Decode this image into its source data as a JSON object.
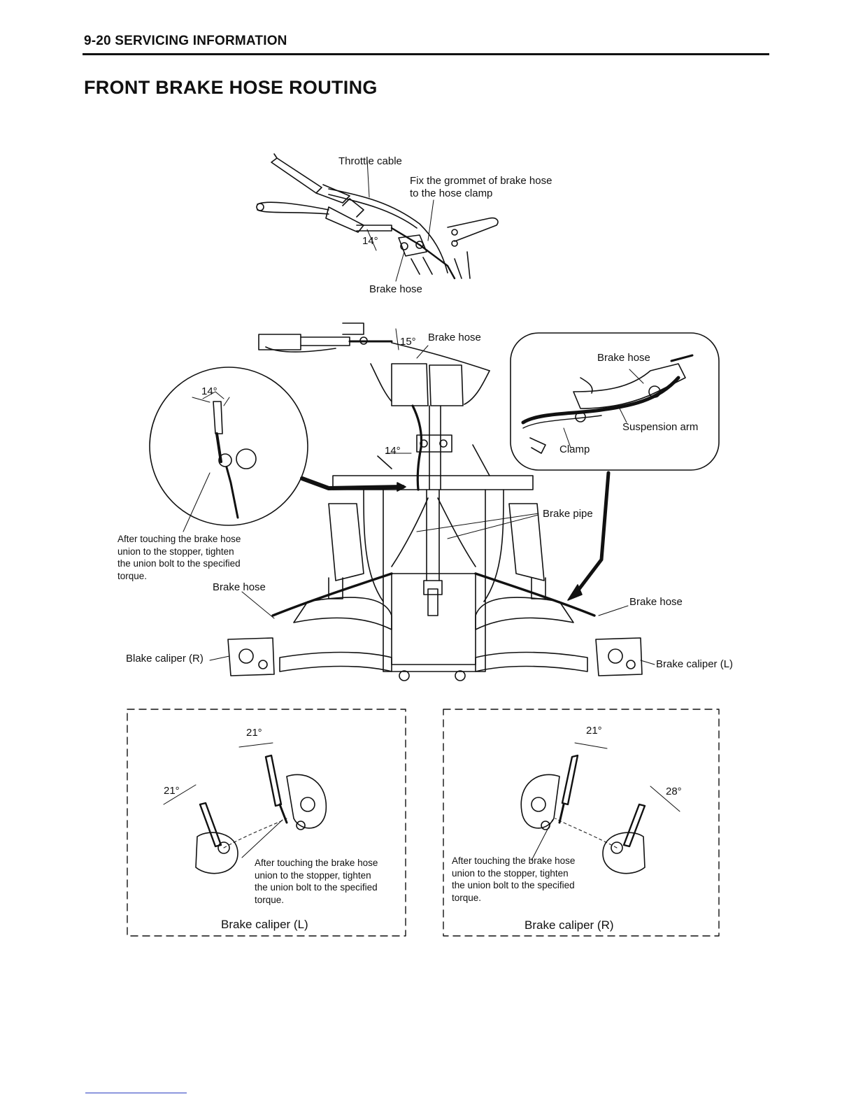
{
  "header": {
    "section": "9-20  SERVICING INFORMATION"
  },
  "title": "FRONT BRAKE HOSE ROUTING",
  "labels": {
    "throttle_cable": "Throttle cable",
    "grommet_note_1": "Fix the grommet of brake hose",
    "grommet_note_2": "to the hose clamp",
    "brake_hose_top": "Brake hose",
    "angle_14_top": "14°",
    "angle_15": "15°",
    "brake_hose_mid": "Brake hose",
    "angle_14_detail": "14°",
    "angle_14_center": "14°",
    "inset_brake_hose": "Brake hose",
    "inset_suspension_arm": "Suspension arm",
    "inset_clamp": "Clamp",
    "brake_pipe": "Brake pipe",
    "brake_hose_right": "Brake hose",
    "brake_hose_left": "Brake hose",
    "blake_caliper_r": "Blake caliper (R)",
    "brake_caliper_l": "Brake caliper (L)",
    "union_note_lines": [
      "After touching the brake hose",
      "union to the stopper, tighten",
      "the union bolt to the specified",
      "torque."
    ]
  },
  "detail_left": {
    "angle_a": "21°",
    "angle_b": "21°",
    "note_lines": [
      "After touching the brake hose",
      "union to the stopper, tighten",
      "the union bolt to the specified",
      "torque."
    ],
    "caption": "Brake caliper (L)"
  },
  "detail_right": {
    "angle_a": "21°",
    "angle_b": "28°",
    "note_lines": [
      "After touching the brake hose",
      "union to the stopper, tighten",
      "the union bolt to the specified",
      "torque."
    ],
    "caption": "Brake caliper (R)"
  }
}
